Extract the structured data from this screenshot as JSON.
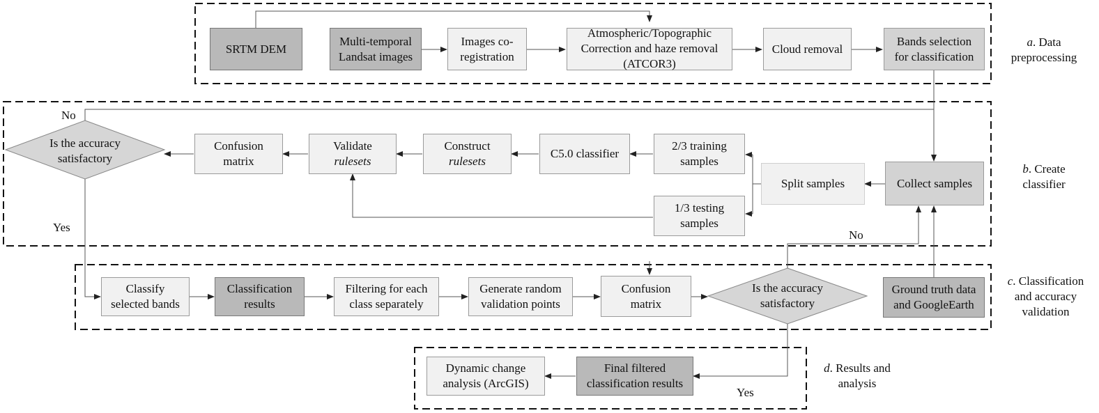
{
  "sections": {
    "a": {
      "letter": "a",
      "line1": ". Data",
      "line2": "preprocessing"
    },
    "b": {
      "letter": "b",
      "line1": ". Create",
      "line2": "classifier"
    },
    "c": {
      "letter": "c",
      "line1": ". Classification",
      "line2": "and accuracy",
      "line3": "validation"
    },
    "d": {
      "letter": "d",
      "line1": ". Results and",
      "line2": "analysis"
    }
  },
  "row_a": {
    "srtm": "SRTM DEM",
    "landsat": {
      "line1": "Multi-temporal",
      "line2": "Landsat images"
    },
    "coreg": {
      "line1": "Images co-",
      "line2": "registration"
    },
    "atcor": {
      "line1": "Atmospheric/Topographic",
      "line2": "Correction and haze removal",
      "line3": "(ATCOR3)"
    },
    "cloud": "Cloud removal",
    "bands": {
      "line1": "Bands selection",
      "line2": "for classification"
    }
  },
  "row_b": {
    "decision": {
      "line1": "Is the accuracy",
      "line2": "satisfactory"
    },
    "confusion": {
      "line1": "Confusion",
      "line2": "matrix"
    },
    "validate": {
      "line1": "Validate",
      "line2": "rulesets"
    },
    "construct": {
      "line1": "Construct",
      "line2": "rulesets"
    },
    "c50": "C5.0 classifier",
    "training": {
      "line1": "2/3 training",
      "line2": "samples"
    },
    "testing": {
      "line1": "1/3 testing",
      "line2": "samples"
    },
    "split": "Split samples",
    "collect": "Collect samples"
  },
  "row_c": {
    "classify": {
      "line1": "Classify",
      "line2": "selected bands"
    },
    "results": {
      "line1": "Classification",
      "line2": "results"
    },
    "filtering": {
      "line1": "Filtering for each",
      "line2": "class separately"
    },
    "random": {
      "line1": "Generate random",
      "line2": "validation points"
    },
    "confusion": {
      "line1": "Confusion",
      "line2": "matrix"
    },
    "decision": {
      "line1": "Is the accuracy",
      "line2": "satisfactory"
    },
    "ground": {
      "line1": "Ground truth data",
      "line2": "and GoogleEarth"
    }
  },
  "row_d": {
    "dynamic": {
      "line1": "Dynamic change",
      "line2": "analysis (ArcGIS)"
    },
    "final": {
      "line1": "Final filtered",
      "line2": "classification results"
    }
  },
  "flow_labels": {
    "no_top": "No",
    "yes_left": "Yes",
    "no_right": "No",
    "yes_bottom": "Yes"
  },
  "colors": {
    "light_fill": "#f1f1f1",
    "dark_fill": "#b9b9b9",
    "diamond_fill": "#d6d6d6",
    "line": "#555555",
    "frame": "#111111"
  }
}
